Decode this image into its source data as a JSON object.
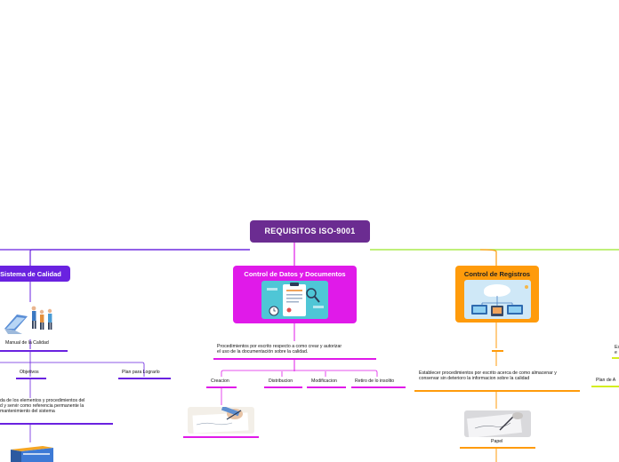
{
  "root": {
    "title": "REQUISITOS ISO-9001"
  },
  "categories": {
    "calidad": {
      "title": "Sistema de Calidad",
      "color": "#6a22e0"
    },
    "datos": {
      "title": "Control de Datos y Documentos",
      "color": "#e01ae9"
    },
    "registros": {
      "title": "Control de Registros",
      "color": "#ff9b0b"
    }
  },
  "calidad": {
    "image_label": "Manual de la Calidad",
    "children": [
      "Objetivos",
      "Plan para Lograrlo"
    ],
    "objetivos_text_1": "da de los elementos y procedimientos del",
    "objetivos_text_2": "d y servir como referencia permanente la",
    "objetivos_text_3": "mantenimiento del sistema"
  },
  "datos": {
    "description_1": "Procedimientos por escrito respecto a como crear y autorizar",
    "description_2": "el uso de la documentación sobre la calidad.",
    "children": [
      "Creacion",
      "Distribucion",
      "Modificacion",
      "Retiro de lo insolito"
    ]
  },
  "registros": {
    "description": "Establecer procedimientos por escrito acerca de como almacenar y conservar sin deterioro la informacion sobre la calidad",
    "image_label": "Papel"
  },
  "edge": {
    "text_1": "Es",
    "text_2": "e",
    "label": "Plan de A"
  },
  "colors": {
    "root": "#6b2c91",
    "root_line": "#6a22e0",
    "green_line": "#9ae62a",
    "lime": "#d4ee1f"
  },
  "icons": [
    "people-laptop-icon",
    "clipboard-document-icon",
    "cloud-network-icon",
    "hand-writing-icon",
    "pen-paper-icon",
    "book-icon"
  ]
}
